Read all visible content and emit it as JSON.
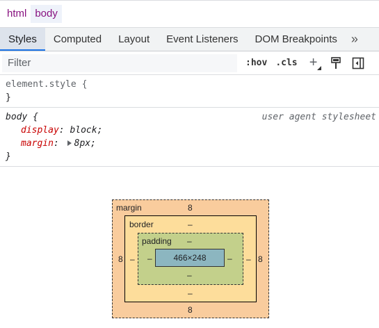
{
  "breadcrumb": [
    "html",
    "body"
  ],
  "tabs": [
    "Styles",
    "Computed",
    "Layout",
    "Event Listeners",
    "DOM Breakpoints"
  ],
  "tabs_more": "»",
  "toolbar": {
    "filter_placeholder": "Filter",
    "hov": ":hov",
    "cls": ".cls",
    "plus": "+"
  },
  "rules": {
    "element_style": {
      "selector": "element.style {",
      "close": "}"
    },
    "body": {
      "selector": "body {",
      "origin": "user agent stylesheet",
      "display_prop": "display",
      "display_val": "block;",
      "margin_prop": "margin",
      "margin_val": "8px;",
      "close": "}"
    }
  },
  "box_model": {
    "margin_label": "margin",
    "margin_top": "8",
    "margin_right": "8",
    "margin_bottom": "8",
    "margin_left": "8",
    "border_label": "border",
    "border_top": "–",
    "border_right": "–",
    "border_bottom": "–",
    "border_left": "–",
    "padding_label": "padding",
    "padding_top": "–",
    "padding_right": "–",
    "padding_bottom": "–",
    "padding_left": "–",
    "content": "466×248"
  }
}
